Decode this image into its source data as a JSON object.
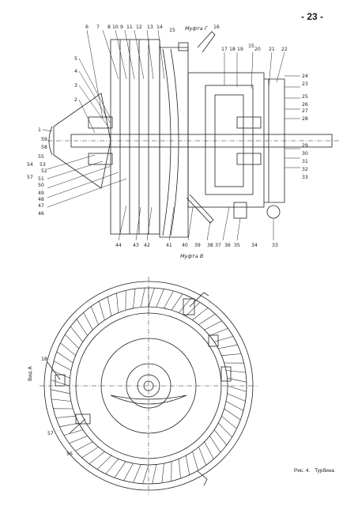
{
  "page": {
    "number": "- 23 -"
  },
  "section_view": {
    "labels_top": [
      "6",
      "7",
      "8",
      "10",
      "9",
      "11",
      "12",
      "13",
      "14",
      "15",
      "16",
      "17",
      "18",
      "19",
      "15",
      "20",
      "21",
      "22"
    ],
    "label_mufta_g": "Муфта Г",
    "labels_left": [
      "5",
      "4",
      "3",
      "2",
      "1",
      "59",
      "58",
      "54",
      "55",
      "57",
      "53",
      "52",
      "51",
      "50",
      "49",
      "48",
      "47",
      "46"
    ],
    "labels_right": [
      "24",
      "23",
      "25",
      "26",
      "27",
      "28",
      "29",
      "30",
      "31",
      "32",
      "33"
    ],
    "labels_bottom": [
      "44",
      "43",
      "42",
      "41",
      "40",
      "39",
      "38",
      "37",
      "36",
      "35",
      "34",
      "33"
    ],
    "label_mufta_v": "Муфта В"
  },
  "plan_view": {
    "label_left_vertical": "Вид А",
    "labels": [
      "18",
      "57",
      "56"
    ]
  },
  "caption": {
    "figure": "Рис. 4.",
    "title": "Турбина"
  }
}
